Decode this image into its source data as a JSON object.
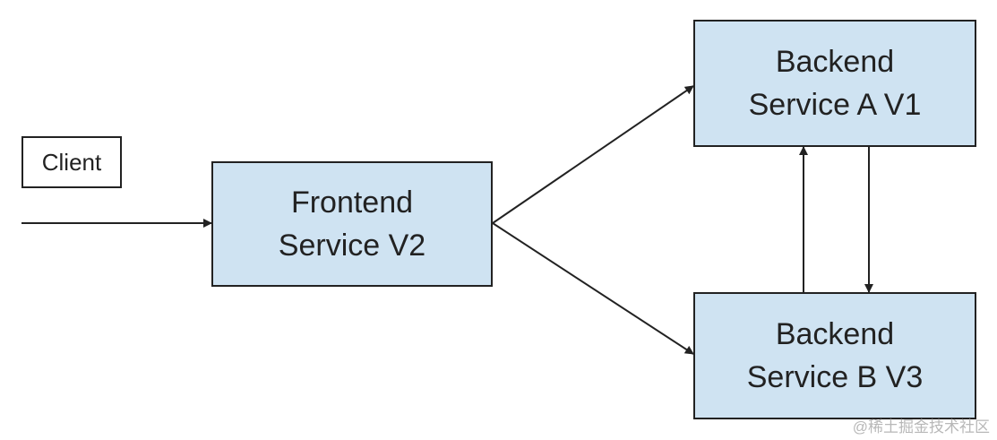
{
  "client": {
    "label": "Client"
  },
  "frontend": {
    "line1": "Frontend",
    "line2": "Service V2"
  },
  "backend_a": {
    "line1": "Backend",
    "line2": "Service A V1"
  },
  "backend_b": {
    "line1": "Backend",
    "line2": "Service B V3"
  },
  "watermark": "@稀土掘金技术社区",
  "colors": {
    "box_fill": "#cfe3f2",
    "stroke": "#222222"
  }
}
